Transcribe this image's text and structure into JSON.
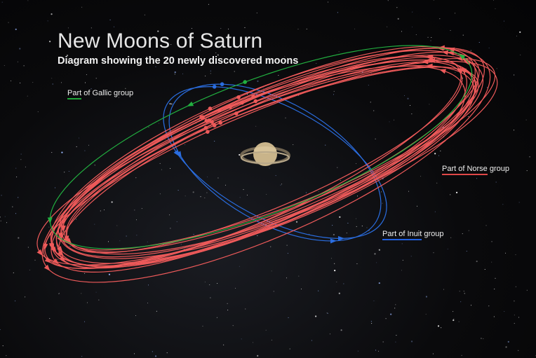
{
  "title": "New Moons of Saturn",
  "subtitle": "Diagram showing the 20 newly discovered moons",
  "labels": {
    "gallic": {
      "underlined": "Part",
      "rest": " of Gallic group"
    },
    "norse": {
      "underlined": "Part of Norse",
      "rest": " group"
    },
    "inuit": {
      "underlined": "Part of Inuit",
      "rest": " group"
    }
  },
  "colors": {
    "norse": "#ee5a5a",
    "gallic": "#22b040",
    "inuit": "#2a6de0"
  },
  "orbit_counts": {
    "norse": 17,
    "gallic": 1,
    "inuit": 2
  }
}
